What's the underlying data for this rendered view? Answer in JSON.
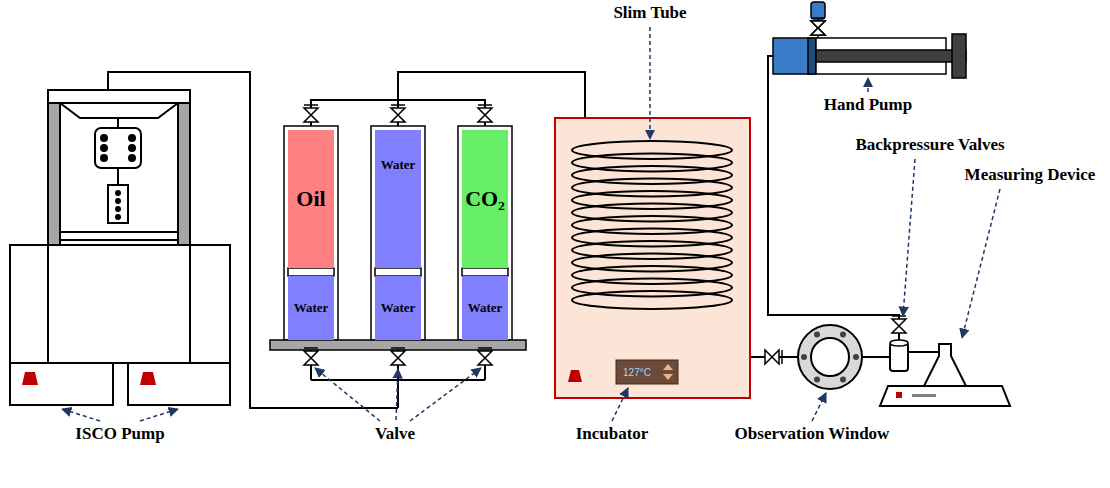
{
  "diagram": {
    "nodes": [
      {
        "text": [
          "Oil"
        ]
      },
      {
        "text": [
          "Water"
        ]
      },
      {
        "text": [
          "Water"
        ]
      },
      {
        "text": [
          "Water"
        ]
      },
      {
        "text": [
          "CO₂"
        ]
      },
      {
        "text": [
          "Water"
        ]
      },
      {
        "text": [
          "127°C"
        ]
      }
    ],
    "labels": [
      "ISCO Pump",
      "Valve",
      "Incubator",
      "Observation Window",
      "Slim Tube",
      "Hand Pump",
      "Backpressure Valves",
      "Measuring Device"
    ]
  }
}
